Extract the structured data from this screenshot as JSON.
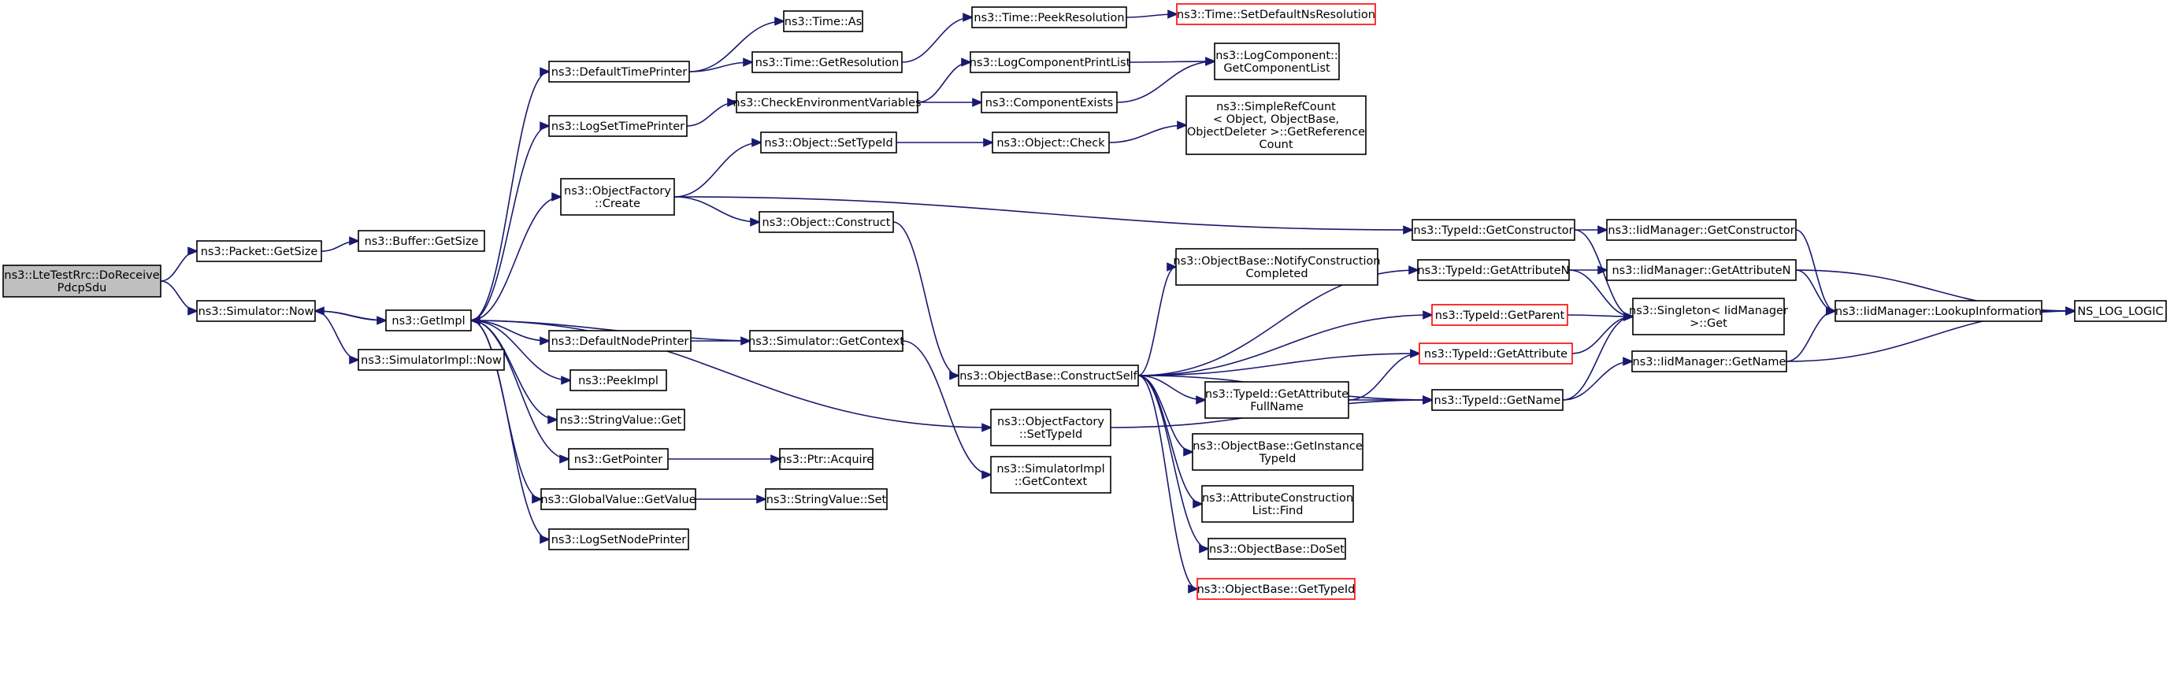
{
  "graph": {
    "edge_color": "#191970",
    "truncated_border_color": "#ff0000",
    "root_fill": "#bfbfbf",
    "nodes": [
      {
        "id": "root",
        "lines": [
          "ns3::LteTestRrc::DoReceive",
          "PdcpSdu"
        ],
        "style": "root"
      },
      {
        "id": "packet_getsize",
        "lines": [
          "ns3::Packet::GetSize"
        ]
      },
      {
        "id": "simulator_now",
        "lines": [
          "ns3::Simulator::Now"
        ]
      },
      {
        "id": "buffer_getsize",
        "lines": [
          "ns3::Buffer::GetSize"
        ]
      },
      {
        "id": "getimpl",
        "lines": [
          "ns3::GetImpl"
        ]
      },
      {
        "id": "simimpl_now",
        "lines": [
          "ns3::SimulatorImpl::Now"
        ]
      },
      {
        "id": "defaulttimeprinter",
        "lines": [
          "ns3::DefaultTimePrinter"
        ]
      },
      {
        "id": "logsettimeprinter",
        "lines": [
          "ns3::LogSetTimePrinter"
        ]
      },
      {
        "id": "objectfactory_create",
        "lines": [
          "ns3::ObjectFactory",
          "::Create"
        ]
      },
      {
        "id": "defaultnodeprinter",
        "lines": [
          "ns3::DefaultNodePrinter"
        ]
      },
      {
        "id": "peekimpl",
        "lines": [
          "ns3::PeekImpl"
        ]
      },
      {
        "id": "stringvalue_get",
        "lines": [
          "ns3::StringValue::Get"
        ]
      },
      {
        "id": "getpointer",
        "lines": [
          "ns3::GetPointer"
        ]
      },
      {
        "id": "globalvalue_getvalue",
        "lines": [
          "ns3::GlobalValue::GetValue"
        ]
      },
      {
        "id": "logsetnodeprinter",
        "lines": [
          "ns3::LogSetNodePrinter"
        ]
      },
      {
        "id": "time_as",
        "lines": [
          "ns3::Time::As"
        ]
      },
      {
        "id": "time_getresolution",
        "lines": [
          "ns3::Time::GetResolution"
        ]
      },
      {
        "id": "checkenv",
        "lines": [
          "ns3::CheckEnvironmentVariables"
        ]
      },
      {
        "id": "object_settypeid",
        "lines": [
          "ns3::Object::SetTypeId"
        ]
      },
      {
        "id": "object_construct",
        "lines": [
          "ns3::Object::Construct"
        ]
      },
      {
        "id": "simulator_getcontext",
        "lines": [
          "ns3::Simulator::GetContext"
        ]
      },
      {
        "id": "ptr_acquire",
        "lines": [
          "ns3::Ptr::Acquire"
        ]
      },
      {
        "id": "stringvalue_set",
        "lines": [
          "ns3::StringValue::Set"
        ]
      },
      {
        "id": "time_peekresolution",
        "lines": [
          "ns3::Time::PeekResolution"
        ]
      },
      {
        "id": "logcomponentprintlist",
        "lines": [
          "ns3::LogComponentPrintList"
        ]
      },
      {
        "id": "componentexists",
        "lines": [
          "ns3::ComponentExists"
        ]
      },
      {
        "id": "object_check",
        "lines": [
          "ns3::Object::Check"
        ]
      },
      {
        "id": "objectbase_constructself",
        "lines": [
          "ns3::ObjectBase::ConstructSelf"
        ]
      },
      {
        "id": "objectfactory_settypeid",
        "lines": [
          "ns3::ObjectFactory",
          "::SetTypeId"
        ]
      },
      {
        "id": "simimpl_getcontext",
        "lines": [
          "ns3::SimulatorImpl",
          "::GetContext"
        ]
      },
      {
        "id": "time_setdefaultns",
        "lines": [
          "ns3::Time::SetDefaultNsResolution"
        ],
        "style": "truncated"
      },
      {
        "id": "logcomponent_getlist",
        "lines": [
          "ns3::LogComponent::",
          "GetComponentList"
        ]
      },
      {
        "id": "simplerefcount",
        "lines": [
          "ns3::SimpleRefCount",
          "< Object, ObjectBase,",
          "ObjectDeleter >::GetReference",
          "Count"
        ]
      },
      {
        "id": "notifyconstruction",
        "lines": [
          "ns3::ObjectBase::NotifyConstruction",
          "Completed"
        ]
      },
      {
        "id": "typeid_getattributefullname",
        "lines": [
          "ns3::TypeId::GetAttribute",
          "FullName"
        ]
      },
      {
        "id": "getinstancetypeid",
        "lines": [
          "ns3::ObjectBase::GetInstance",
          "TypeId"
        ]
      },
      {
        "id": "attrconstructionlist_find",
        "lines": [
          "ns3::AttributeConstruction",
          "List::Find"
        ]
      },
      {
        "id": "objectbase_doset",
        "lines": [
          "ns3::ObjectBase::DoSet"
        ]
      },
      {
        "id": "objectbase_gettypeid",
        "lines": [
          "ns3::ObjectBase::GetTypeId"
        ],
        "style": "truncated"
      },
      {
        "id": "typeid_getconstructor",
        "lines": [
          "ns3::TypeId::GetConstructor"
        ]
      },
      {
        "id": "typeid_getattributen",
        "lines": [
          "ns3::TypeId::GetAttributeN"
        ]
      },
      {
        "id": "typeid_getparent",
        "lines": [
          "ns3::TypeId::GetParent"
        ],
        "style": "truncated"
      },
      {
        "id": "typeid_getattribute",
        "lines": [
          "ns3::TypeId::GetAttribute"
        ],
        "style": "truncated"
      },
      {
        "id": "typeid_getname",
        "lines": [
          "ns3::TypeId::GetName"
        ]
      },
      {
        "id": "singleton_get",
        "lines": [
          "ns3::Singleton< IidManager",
          ">::Get"
        ]
      },
      {
        "id": "iid_getconstructor",
        "lines": [
          "ns3::IidManager::GetConstructor"
        ]
      },
      {
        "id": "iid_getattributen",
        "lines": [
          "ns3::IidManager::GetAttributeN"
        ]
      },
      {
        "id": "iid_getname",
        "lines": [
          "ns3::IidManager::GetName"
        ]
      },
      {
        "id": "iid_lookupinformation",
        "lines": [
          "ns3::IidManager::LookupInformation"
        ]
      },
      {
        "id": "ns_log_logic",
        "lines": [
          "NS_LOG_LOGIC"
        ]
      }
    ],
    "edges": [
      [
        "root",
        "packet_getsize"
      ],
      [
        "root",
        "simulator_now"
      ],
      [
        "packet_getsize",
        "buffer_getsize"
      ],
      [
        "simulator_now",
        "getimpl"
      ],
      [
        "simulator_now",
        "simimpl_now"
      ],
      [
        "getimpl",
        "simulator_now"
      ],
      [
        "getimpl",
        "defaulttimeprinter"
      ],
      [
        "getimpl",
        "logsettimeprinter"
      ],
      [
        "getimpl",
        "objectfactory_create"
      ],
      [
        "getimpl",
        "defaultnodeprinter"
      ],
      [
        "getimpl",
        "peekimpl"
      ],
      [
        "getimpl",
        "stringvalue_get"
      ],
      [
        "getimpl",
        "getpointer"
      ],
      [
        "getimpl",
        "globalvalue_getvalue"
      ],
      [
        "getimpl",
        "logsetnodeprinter"
      ],
      [
        "getimpl",
        "objectfactory_settypeid"
      ],
      [
        "defaulttimeprinter",
        "time_as"
      ],
      [
        "defaulttimeprinter",
        "time_getresolution"
      ],
      [
        "time_getresolution",
        "time_peekresolution"
      ],
      [
        "time_peekresolution",
        "time_setdefaultns"
      ],
      [
        "logsettimeprinter",
        "checkenv"
      ],
      [
        "checkenv",
        "logcomponentprintlist"
      ],
      [
        "checkenv",
        "componentexists"
      ],
      [
        "logcomponentprintlist",
        "logcomponent_getlist"
      ],
      [
        "componentexists",
        "logcomponent_getlist"
      ],
      [
        "objectfactory_create",
        "object_settypeid"
      ],
      [
        "objectfactory_create",
        "object_construct"
      ],
      [
        "objectfactory_create",
        "typeid_getconstructor"
      ],
      [
        "object_settypeid",
        "object_check"
      ],
      [
        "object_check",
        "simplerefcount"
      ],
      [
        "object_construct",
        "objectbase_constructself"
      ],
      [
        "defaultnodeprinter",
        "simulator_getcontext"
      ],
      [
        "simulator_getcontext",
        "getimpl"
      ],
      [
        "simulator_getcontext",
        "simimpl_getcontext"
      ],
      [
        "getpointer",
        "ptr_acquire"
      ],
      [
        "globalvalue_getvalue",
        "stringvalue_set"
      ],
      [
        "objectbase_constructself",
        "notifyconstruction"
      ],
      [
        "objectbase_constructself",
        "typeid_getattributen"
      ],
      [
        "objectbase_constructself",
        "typeid_getparent"
      ],
      [
        "objectbase_constructself",
        "typeid_getattribute"
      ],
      [
        "objectbase_constructself",
        "typeid_getattributefullname"
      ],
      [
        "objectbase_constructself",
        "getinstancetypeid"
      ],
      [
        "objectbase_constructself",
        "attrconstructionlist_find"
      ],
      [
        "objectbase_constructself",
        "objectbase_doset"
      ],
      [
        "objectbase_constructself",
        "objectbase_gettypeid"
      ],
      [
        "objectbase_constructself",
        "typeid_getname"
      ],
      [
        "objectfactory_settypeid",
        "typeid_getname"
      ],
      [
        "typeid_getattributefullname",
        "typeid_getattribute"
      ],
      [
        "typeid_getattributefullname",
        "typeid_getname"
      ],
      [
        "typeid_getconstructor",
        "iid_getconstructor"
      ],
      [
        "typeid_getconstructor",
        "singleton_get"
      ],
      [
        "typeid_getattributen",
        "iid_getattributen"
      ],
      [
        "typeid_getattributen",
        "singleton_get"
      ],
      [
        "typeid_getparent",
        "singleton_get"
      ],
      [
        "typeid_getattribute",
        "singleton_get"
      ],
      [
        "typeid_getname",
        "singleton_get"
      ],
      [
        "typeid_getname",
        "iid_getname"
      ],
      [
        "iid_getconstructor",
        "iid_lookupinformation"
      ],
      [
        "iid_getattributen",
        "iid_lookupinformation"
      ],
      [
        "iid_getattributen",
        "ns_log_logic"
      ],
      [
        "iid_getname",
        "iid_lookupinformation"
      ],
      [
        "iid_getname",
        "ns_log_logic"
      ],
      [
        "iid_lookupinformation",
        "ns_log_logic"
      ]
    ]
  }
}
